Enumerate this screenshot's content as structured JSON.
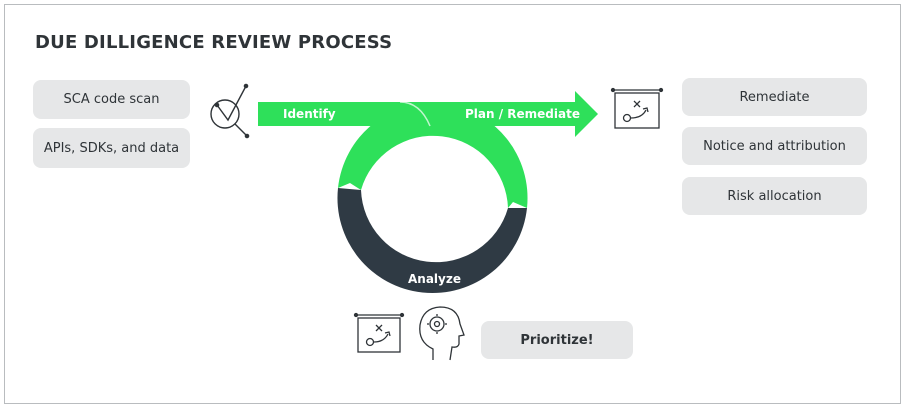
{
  "title": "DUE DILLIGENCE REVIEW PROCESS",
  "left_items": [
    "SCA code scan",
    "APIs, SDKs, and data"
  ],
  "right_items": [
    "Remediate",
    "Notice and attribution",
    "Risk allocation"
  ],
  "flow_labels": {
    "identify": "Identify",
    "plan": "Plan / Remediate",
    "analyze": "Analyze"
  },
  "prioritize": "Prioritize!",
  "colors": {
    "green": "#2ee05a",
    "dark": "#2f3a44",
    "pill_bg": "#e6e7e8",
    "text": "#2f3438"
  },
  "icons": {
    "identify": "magnifier-check-icon",
    "plan": "strategy-board-icon",
    "prioritize_board": "strategy-board-icon",
    "prioritize_head": "head-gear-icon"
  }
}
